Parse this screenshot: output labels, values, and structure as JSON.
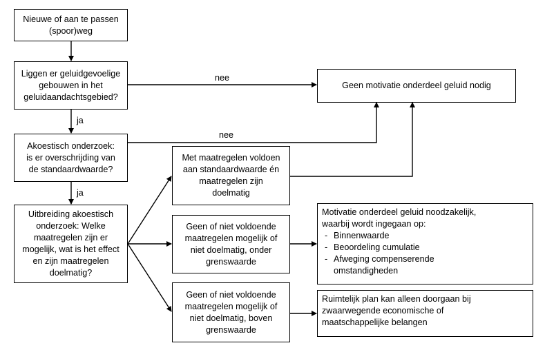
{
  "nodes": {
    "start": "Nieuwe of aan te passen\n(spoor)weg",
    "q1": "Liggen er geluidgevoelige\ngebouwen in het\ngeluidaandachtsgebied?",
    "q2": "Akoestisch onderzoek:\nis er overschrijding van\nde standaardwaarde?",
    "q3": "Uitbreiding akoestisch\nonderzoek: Welke\nmaatregelen zijn er\nmogelijk, wat is het effect\nen zijn maatregelen\ndoelmatig?",
    "no_motivation": "Geen motivatie onderdeel geluid nodig",
    "opt1": "Met maatregelen voldoen\naan standaardwaarde én\nmaatregelen zijn\ndoelmatig",
    "opt2": "Geen of niet voldoende\nmaatregelen mogelijk of\nniet doelmatig, onder\ngrenswaarde",
    "opt3": "Geen of niet voldoende\nmaatregelen mogelijk of\nniet doelmatig, boven\ngrenswaarde",
    "motivation": {
      "heading": "Motivatie onderdeel geluid noodzakelijk,\nwaarbij wordt ingegaan op:",
      "items": [
        "Binnenwaarde",
        "Beoordeling cumulatie",
        "Afweging compenserende\nomstandigheden"
      ]
    },
    "spatial": "Ruimtelijk plan kan alleen doorgaan bij\nzwaarwegende economische of\nmaatschappelijke belangen"
  },
  "labels": {
    "nee_1": "nee",
    "nee_2": "nee",
    "ja_1": "ja",
    "ja_2": "ja"
  }
}
